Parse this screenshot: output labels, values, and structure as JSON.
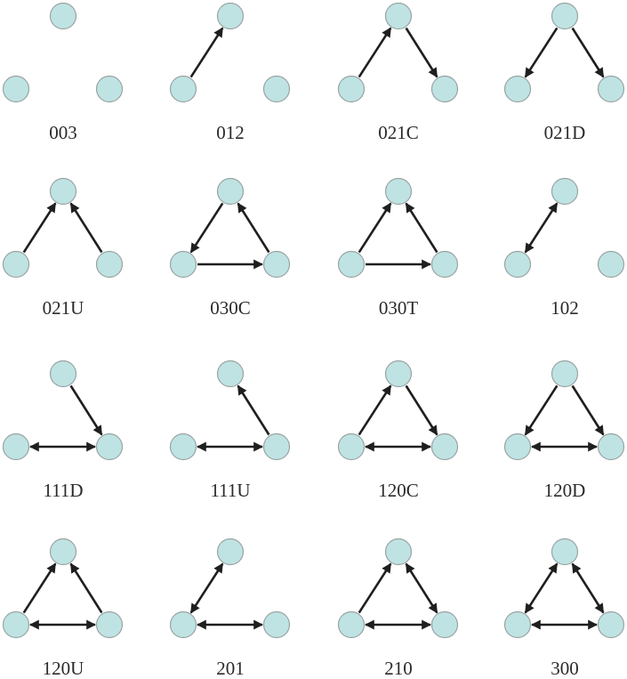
{
  "colors": {
    "node_fill": "#bfe3e3",
    "node_stroke": "#9aa3a3",
    "edge": "#1f1f1f",
    "label": "#2a2a2a"
  },
  "triads": [
    {
      "label": "003",
      "edges": []
    },
    {
      "label": "012",
      "edges": [
        {
          "from": "L",
          "to": "T"
        }
      ]
    },
    {
      "label": "021C",
      "edges": [
        {
          "from": "L",
          "to": "T"
        },
        {
          "from": "T",
          "to": "R"
        }
      ]
    },
    {
      "label": "021D",
      "edges": [
        {
          "from": "T",
          "to": "L"
        },
        {
          "from": "T",
          "to": "R"
        }
      ]
    },
    {
      "label": "021U",
      "edges": [
        {
          "from": "L",
          "to": "T"
        },
        {
          "from": "R",
          "to": "T"
        }
      ]
    },
    {
      "label": "030C",
      "edges": [
        {
          "from": "T",
          "to": "L"
        },
        {
          "from": "L",
          "to": "R"
        },
        {
          "from": "R",
          "to": "T"
        }
      ]
    },
    {
      "label": "030T",
      "edges": [
        {
          "from": "L",
          "to": "T"
        },
        {
          "from": "R",
          "to": "T"
        },
        {
          "from": "L",
          "to": "R"
        }
      ]
    },
    {
      "label": "102",
      "edges": [
        {
          "from": "L",
          "to": "T",
          "both": true
        }
      ]
    },
    {
      "label": "111D",
      "edges": [
        {
          "from": "T",
          "to": "R"
        },
        {
          "from": "L",
          "to": "R",
          "both": true
        }
      ]
    },
    {
      "label": "111U",
      "edges": [
        {
          "from": "R",
          "to": "T"
        },
        {
          "from": "L",
          "to": "R",
          "both": true
        }
      ]
    },
    {
      "label": "120C",
      "edges": [
        {
          "from": "L",
          "to": "T"
        },
        {
          "from": "T",
          "to": "R"
        },
        {
          "from": "L",
          "to": "R",
          "both": true
        }
      ]
    },
    {
      "label": "120D",
      "edges": [
        {
          "from": "T",
          "to": "L"
        },
        {
          "from": "T",
          "to": "R"
        },
        {
          "from": "L",
          "to": "R",
          "both": true
        }
      ]
    },
    {
      "label": "120U",
      "edges": [
        {
          "from": "L",
          "to": "T"
        },
        {
          "from": "R",
          "to": "T"
        },
        {
          "from": "L",
          "to": "R",
          "both": true
        }
      ]
    },
    {
      "label": "201",
      "edges": [
        {
          "from": "L",
          "to": "T",
          "both": true
        },
        {
          "from": "L",
          "to": "R",
          "both": true
        }
      ]
    },
    {
      "label": "210",
      "edges": [
        {
          "from": "L",
          "to": "T"
        },
        {
          "from": "T",
          "to": "R",
          "both": true
        },
        {
          "from": "L",
          "to": "R",
          "both": true
        }
      ]
    },
    {
      "label": "300",
      "edges": [
        {
          "from": "L",
          "to": "T",
          "both": true
        },
        {
          "from": "T",
          "to": "R",
          "both": true
        },
        {
          "from": "L",
          "to": "R",
          "both": true
        }
      ]
    }
  ]
}
